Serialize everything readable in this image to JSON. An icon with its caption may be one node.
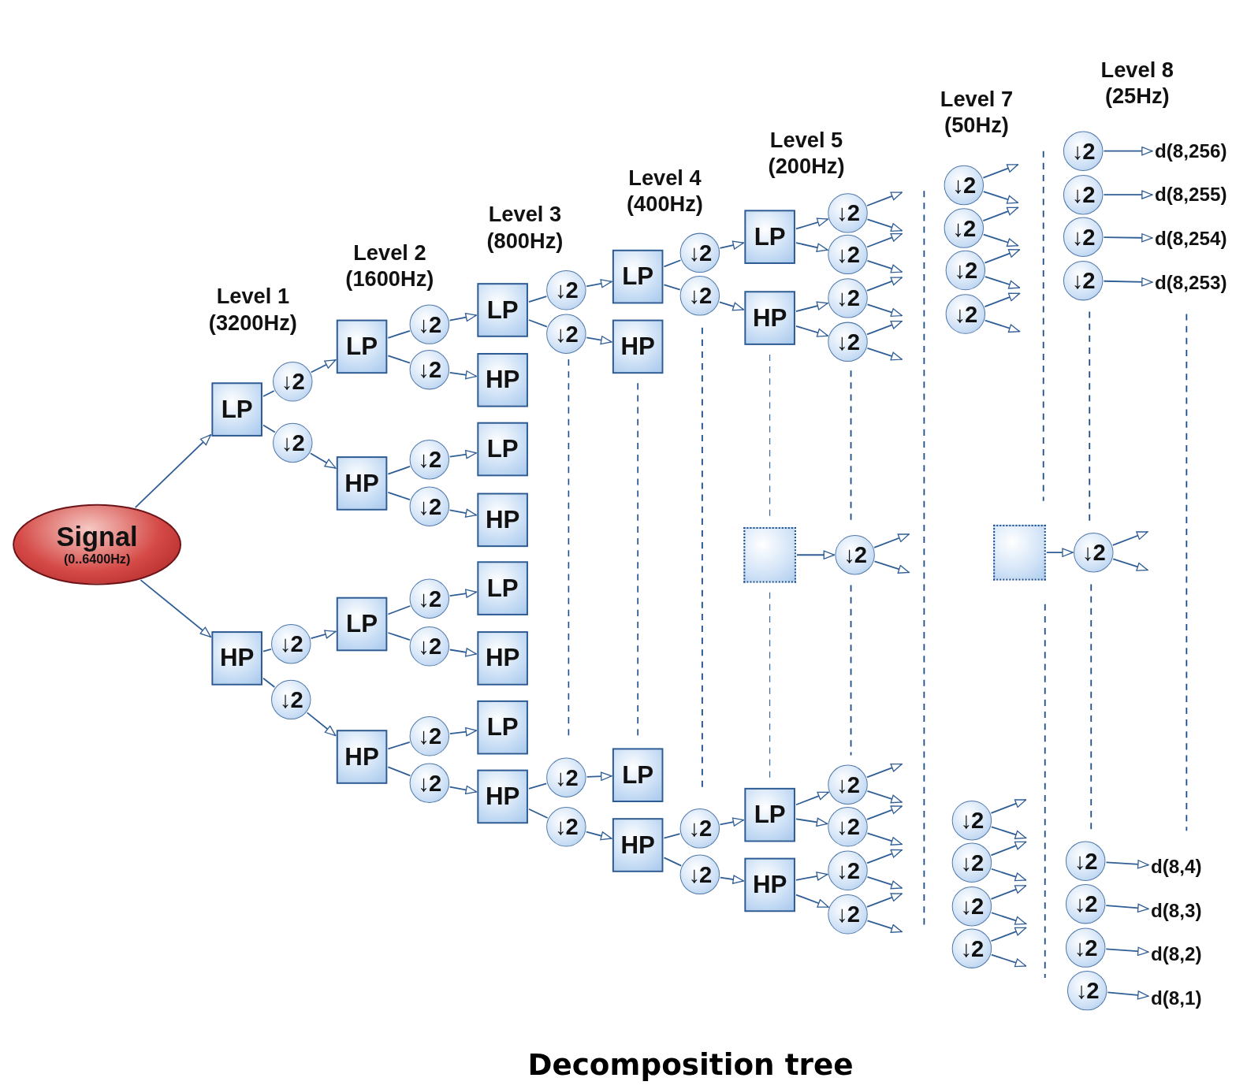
{
  "diagram": {
    "caption": "Decomposition tree",
    "nodes": [
      {
        "text": [
          "Signal",
          "(0..6400Hz)"
        ]
      },
      {
        "text": [
          "LP"
        ]
      },
      {
        "text": [
          "HP"
        ]
      },
      {
        "text": [
          "↓2"
        ]
      },
      {
        "text": [
          "↓2"
        ]
      },
      {
        "text": [
          "↓2"
        ]
      },
      {
        "text": [
          "↓2"
        ]
      },
      {
        "text": [
          "LP"
        ]
      },
      {
        "text": [
          "HP"
        ]
      },
      {
        "text": [
          "LP"
        ]
      },
      {
        "text": [
          "HP"
        ]
      },
      {
        "text": [
          "↓2"
        ]
      },
      {
        "text": [
          "↓2"
        ]
      },
      {
        "text": [
          "↓2"
        ]
      },
      {
        "text": [
          "↓2"
        ]
      },
      {
        "text": [
          "↓2"
        ]
      },
      {
        "text": [
          "↓2"
        ]
      },
      {
        "text": [
          "↓2"
        ]
      },
      {
        "text": [
          "↓2"
        ]
      },
      {
        "text": [
          "LP"
        ]
      },
      {
        "text": [
          "HP"
        ]
      },
      {
        "text": [
          "LP"
        ]
      },
      {
        "text": [
          "HP"
        ]
      },
      {
        "text": [
          "LP"
        ]
      },
      {
        "text": [
          "HP"
        ]
      },
      {
        "text": [
          "LP"
        ]
      },
      {
        "text": [
          "HP"
        ]
      },
      {
        "text": [
          "↓2"
        ]
      },
      {
        "text": [
          "↓2"
        ]
      },
      {
        "text": [
          "↓2"
        ]
      },
      {
        "text": [
          "↓2"
        ]
      },
      {
        "text": [
          "LP"
        ]
      },
      {
        "text": [
          "HP"
        ]
      },
      {
        "text": [
          "LP"
        ]
      },
      {
        "text": [
          "HP"
        ]
      },
      {
        "text": [
          "↓2"
        ]
      },
      {
        "text": [
          "↓2"
        ]
      },
      {
        "text": [
          "↓2"
        ]
      },
      {
        "text": [
          "↓2"
        ]
      },
      {
        "text": [
          "LP"
        ]
      },
      {
        "text": [
          "HP"
        ]
      },
      {
        "text": [],
        "shape": "box"
      },
      {
        "text": [
          "LP"
        ]
      },
      {
        "text": [
          "HP"
        ]
      },
      {
        "text": [
          "↓2"
        ]
      },
      {
        "text": [
          "↓2"
        ]
      },
      {
        "text": [
          "↓2"
        ]
      },
      {
        "text": [
          "↓2"
        ]
      },
      {
        "text": [
          "↓2"
        ]
      },
      {
        "text": [
          "↓2"
        ]
      },
      {
        "text": [
          "↓2"
        ]
      },
      {
        "text": [
          "↓2"
        ]
      },
      {
        "text": [
          "↓2"
        ]
      },
      {
        "text": [
          "↓2"
        ]
      },
      {
        "text": [
          "↓2"
        ]
      },
      {
        "text": [
          "↓2"
        ]
      },
      {
        "text": [
          "↓2"
        ]
      },
      {
        "text": [
          "↓2"
        ]
      },
      {
        "text": [
          "↓2"
        ]
      },
      {
        "text": [
          "↓2"
        ]
      },
      {
        "text": [
          "↓2"
        ]
      },
      {
        "text": [],
        "shape": "box"
      },
      {
        "text": [
          "↓2"
        ]
      },
      {
        "text": [
          "↓2"
        ]
      },
      {
        "text": [
          "↓2"
        ]
      },
      {
        "text": [
          "↓2"
        ]
      },
      {
        "text": [
          "↓2"
        ]
      },
      {
        "text": [
          "d(8,256)"
        ]
      },
      {
        "text": [
          "d(8,255)"
        ]
      },
      {
        "text": [
          "d(8,254)"
        ]
      },
      {
        "text": [
          "d(8,253)"
        ]
      },
      {
        "text": [
          "↓2"
        ]
      },
      {
        "text": [
          "↓2"
        ]
      },
      {
        "text": [
          "↓2"
        ]
      },
      {
        "text": [
          "↓2"
        ]
      },
      {
        "text": [
          "d(8,4)"
        ]
      },
      {
        "text": [
          "d(8,3)"
        ]
      },
      {
        "text": [
          "d(8,2)"
        ]
      },
      {
        "text": [
          "d(8,1)"
        ]
      }
    ],
    "edges": [
      {
        "from": 0,
        "to": 1,
        "arrow": "to"
      },
      {
        "from": 0,
        "to": 2,
        "arrow": "to"
      },
      {
        "from": 1,
        "to": 3,
        "arrow": "none"
      },
      {
        "from": 3,
        "to": 7,
        "arrow": "to"
      },
      {
        "from": 1,
        "to": 4,
        "arrow": "none"
      },
      {
        "from": 4,
        "to": 8,
        "arrow": "to"
      },
      {
        "from": 2,
        "to": 5,
        "arrow": "none"
      },
      {
        "from": 5,
        "to": 9,
        "arrow": "to"
      },
      {
        "from": 2,
        "to": 6,
        "arrow": "none"
      },
      {
        "from": 6,
        "to": 10,
        "arrow": "to"
      },
      {
        "from": 7,
        "to": 11,
        "arrow": "none"
      },
      {
        "from": 11,
        "to": 19,
        "arrow": "to"
      },
      {
        "from": 7,
        "to": 12,
        "arrow": "none"
      },
      {
        "from": 12,
        "to": 20,
        "arrow": "to"
      },
      {
        "from": 8,
        "to": 13,
        "arrow": "none"
      },
      {
        "from": 13,
        "to": 21,
        "arrow": "to"
      },
      {
        "from": 8,
        "to": 14,
        "arrow": "none"
      },
      {
        "from": 14,
        "to": 22,
        "arrow": "to"
      },
      {
        "from": 9,
        "to": 15,
        "arrow": "none"
      },
      {
        "from": 15,
        "to": 23,
        "arrow": "to"
      },
      {
        "from": 9,
        "to": 16,
        "arrow": "none"
      },
      {
        "from": 16,
        "to": 24,
        "arrow": "to"
      },
      {
        "from": 10,
        "to": 17,
        "arrow": "none"
      },
      {
        "from": 17,
        "to": 25,
        "arrow": "to"
      },
      {
        "from": 10,
        "to": 18,
        "arrow": "none"
      },
      {
        "from": 18,
        "to": 26,
        "arrow": "to"
      },
      {
        "from": 19,
        "to": 27,
        "arrow": "none"
      },
      {
        "from": 27,
        "to": 31,
        "arrow": "to"
      },
      {
        "from": 19,
        "to": 28,
        "arrow": "none"
      },
      {
        "from": 28,
        "to": 32,
        "arrow": "to"
      },
      {
        "from": 26,
        "to": 29,
        "arrow": "none"
      },
      {
        "from": 29,
        "to": 33,
        "arrow": "to"
      },
      {
        "from": 26,
        "to": 30,
        "arrow": "none"
      },
      {
        "from": 30,
        "to": 34,
        "arrow": "to"
      },
      {
        "from": 31,
        "to": 35,
        "arrow": "none"
      },
      {
        "from": 35,
        "to": 39,
        "arrow": "to"
      },
      {
        "from": 31,
        "to": 36,
        "arrow": "none"
      },
      {
        "from": 36,
        "to": 40,
        "arrow": "to"
      },
      {
        "from": 34,
        "to": 37,
        "arrow": "none"
      },
      {
        "from": 37,
        "to": 42,
        "arrow": "to"
      },
      {
        "from": 34,
        "to": 38,
        "arrow": "none"
      },
      {
        "from": 38,
        "to": 43,
        "arrow": "to"
      },
      {
        "from": 39,
        "to": 44,
        "arrow": "to"
      },
      {
        "from": 39,
        "to": 45,
        "arrow": "to"
      },
      {
        "from": 40,
        "to": 46,
        "arrow": "to"
      },
      {
        "from": 40,
        "to": 47,
        "arrow": "to"
      },
      {
        "from": 41,
        "to": 48,
        "arrow": "to"
      },
      {
        "from": 42,
        "to": 49,
        "arrow": "to"
      },
      {
        "from": 42,
        "to": 50,
        "arrow": "to"
      },
      {
        "from": 43,
        "to": 51,
        "arrow": "to"
      },
      {
        "from": 43,
        "to": 52,
        "arrow": "to"
      },
      {
        "from": 44,
        "to": null,
        "arrow": "to"
      },
      {
        "from": 44,
        "to": null,
        "arrow": "to"
      },
      {
        "from": 45,
        "to": null,
        "arrow": "to"
      },
      {
        "from": 45,
        "to": null,
        "arrow": "to"
      },
      {
        "from": 46,
        "to": null,
        "arrow": "to"
      },
      {
        "from": 46,
        "to": null,
        "arrow": "to"
      },
      {
        "from": 47,
        "to": null,
        "arrow": "to"
      },
      {
        "from": 47,
        "to": null,
        "arrow": "to"
      },
      {
        "from": 48,
        "to": null,
        "arrow": "to"
      },
      {
        "from": 48,
        "to": null,
        "arrow": "to"
      },
      {
        "from": 49,
        "to": null,
        "arrow": "to"
      },
      {
        "from": 49,
        "to": null,
        "arrow": "to"
      },
      {
        "from": 50,
        "to": null,
        "arrow": "to"
      },
      {
        "from": 50,
        "to": null,
        "arrow": "to"
      },
      {
        "from": 51,
        "to": null,
        "arrow": "to"
      },
      {
        "from": 51,
        "to": null,
        "arrow": "to"
      },
      {
        "from": 52,
        "to": null,
        "arrow": "to"
      },
      {
        "from": 52,
        "to": null,
        "arrow": "to"
      },
      {
        "from": 53,
        "to": null,
        "arrow": "to"
      },
      {
        "from": 53,
        "to": null,
        "arrow": "to"
      },
      {
        "from": 54,
        "to": null,
        "arrow": "to"
      },
      {
        "from": 54,
        "to": null,
        "arrow": "to"
      },
      {
        "from": 55,
        "to": null,
        "arrow": "to"
      },
      {
        "from": 55,
        "to": null,
        "arrow": "to"
      },
      {
        "from": 56,
        "to": null,
        "arrow": "to"
      },
      {
        "from": 56,
        "to": null,
        "arrow": "to"
      },
      {
        "from": 57,
        "to": null,
        "arrow": "to"
      },
      {
        "from": 57,
        "to": null,
        "arrow": "to"
      },
      {
        "from": 58,
        "to": null,
        "arrow": "to"
      },
      {
        "from": 58,
        "to": null,
        "arrow": "to"
      },
      {
        "from": 59,
        "to": null,
        "arrow": "to"
      },
      {
        "from": 59,
        "to": null,
        "arrow": "to"
      },
      {
        "from": 60,
        "to": null,
        "arrow": "to"
      },
      {
        "from": 60,
        "to": null,
        "arrow": "to"
      },
      {
        "from": 61,
        "to": 62,
        "arrow": "to"
      },
      {
        "from": 62,
        "to": null,
        "arrow": "to"
      },
      {
        "from": 62,
        "to": null,
        "arrow": "to"
      },
      {
        "from": 63,
        "to": 67,
        "arrow": "to"
      },
      {
        "from": 64,
        "to": 68,
        "arrow": "to"
      },
      {
        "from": 65,
        "to": 69,
        "arrow": "to"
      },
      {
        "from": 66,
        "to": 70,
        "arrow": "to"
      },
      {
        "from": 71,
        "to": 75,
        "arrow": "to"
      },
      {
        "from": 72,
        "to": 76,
        "arrow": "to"
      },
      {
        "from": 73,
        "to": 77,
        "arrow": "to"
      },
      {
        "from": 74,
        "to": 78,
        "arrow": "to"
      }
    ],
    "labels": [
      "Level 1 (3200Hz)",
      "Level 2 (1600Hz)",
      "Level 3 (800Hz)",
      "Level 4 (400Hz)",
      "Level 5 (200Hz)",
      "Level 7 (50Hz)",
      "Level 8 (25Hz)"
    ]
  }
}
